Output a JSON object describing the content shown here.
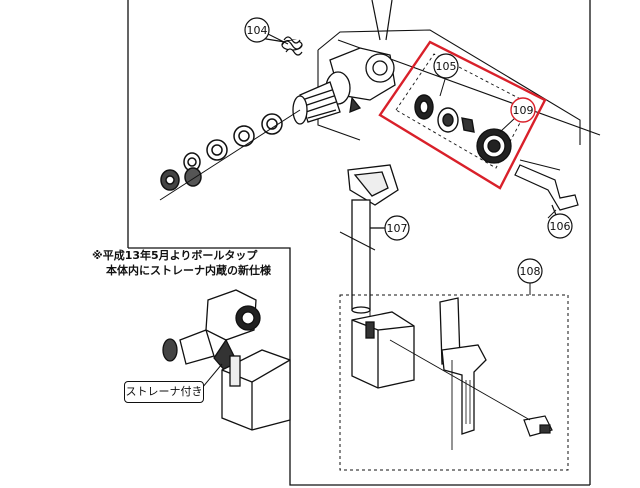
{
  "diagram": {
    "callouts": [
      {
        "id": "c104",
        "label": "104"
      },
      {
        "id": "c105",
        "label": "105"
      },
      {
        "id": "c106",
        "label": "106"
      },
      {
        "id": "c107",
        "label": "107"
      },
      {
        "id": "c108",
        "label": "108"
      },
      {
        "id": "c109",
        "label": "109"
      }
    ],
    "note_line1": "※平成13年5月よりボールタップ",
    "note_line2": "本体内にストレーナ内蔵の新仕様",
    "strainer_label": "ストレーナ付き",
    "colors": {
      "highlight": "#d9202a",
      "line": "#111111",
      "background": "#ffffff"
    }
  }
}
